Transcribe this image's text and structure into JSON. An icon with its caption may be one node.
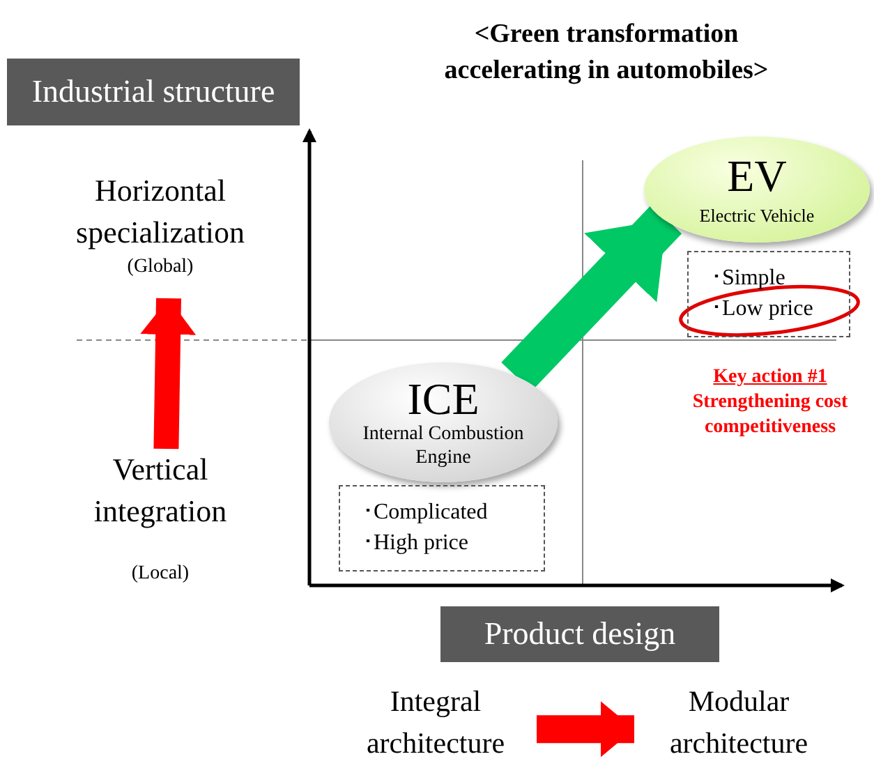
{
  "diagram": {
    "title": "<Green transformation accelerating in automobiles>",
    "nodes": [
      {
        "text": [
          "Industrial structure"
        ]
      },
      {
        "text": [
          "Product design"
        ]
      },
      {
        "text": [
          "ICE",
          "Internal Combustion Engine"
        ]
      },
      {
        "text": [
          "･Complicated",
          "･High price"
        ]
      },
      {
        "text": [
          "EV",
          "Electric Vehicle"
        ]
      },
      {
        "text": [
          "･Simple",
          "･Low price"
        ]
      },
      {
        "text": [
          "Horizontal specialization",
          "(Global)"
        ]
      },
      {
        "text": [
          "Vertical integration",
          "(Local)"
        ]
      },
      {
        "text": [
          "Integral architecture"
        ]
      },
      {
        "text": [
          "Modular architecture"
        ]
      }
    ],
    "edges": [
      {
        "from": 2,
        "to": 4,
        "arrow": "to",
        "color": "#00c865"
      },
      {
        "from": 7,
        "to": 6,
        "arrow": "to",
        "color": "#ff0000"
      },
      {
        "from": 8,
        "to": 9,
        "arrow": "to",
        "color": "#ff0000"
      }
    ],
    "labels": [
      "Key action #1",
      "Strengthening cost competitiveness"
    ]
  }
}
